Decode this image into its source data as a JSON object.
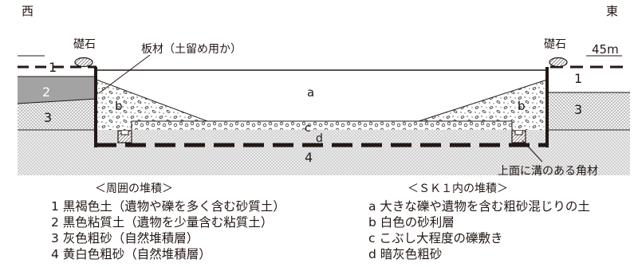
{
  "directions": {
    "west": "西",
    "east": "東"
  },
  "elevation": "45m",
  "labels": {
    "foundation_stone_left": "礎石",
    "foundation_stone_right": "礎石",
    "board_note": "板材（土留め用か）",
    "grooved_timber_note": "上面に溝のある角材"
  },
  "layers": {
    "l1_left": "1",
    "l2": "2",
    "l3_left": "3",
    "l4": "4",
    "l1_right": "1",
    "l3_right": "3",
    "a": "a",
    "b_left": "b",
    "b_right": "b",
    "c": "c",
    "d": "d"
  },
  "legend_left": {
    "caption": "＜周囲の堆積＞",
    "items": [
      "1 黒褐色土（遺物や礫を多く含む砂質土）",
      "2 黒色粘質土（遺物を少量含む粘質土）",
      "3 灰色粗砂（自然堆積層）",
      "4 黄白色粗砂（自然堆積層）"
    ]
  },
  "legend_right": {
    "caption": "＜ＳＫ１内の堆積＞",
    "items": [
      "a 大きな礫や遺物を含む粗砂混じりの土",
      "b 白色の砂利層",
      "c こぶし大程度の礫敷き",
      "d 暗灰色粗砂"
    ]
  }
}
